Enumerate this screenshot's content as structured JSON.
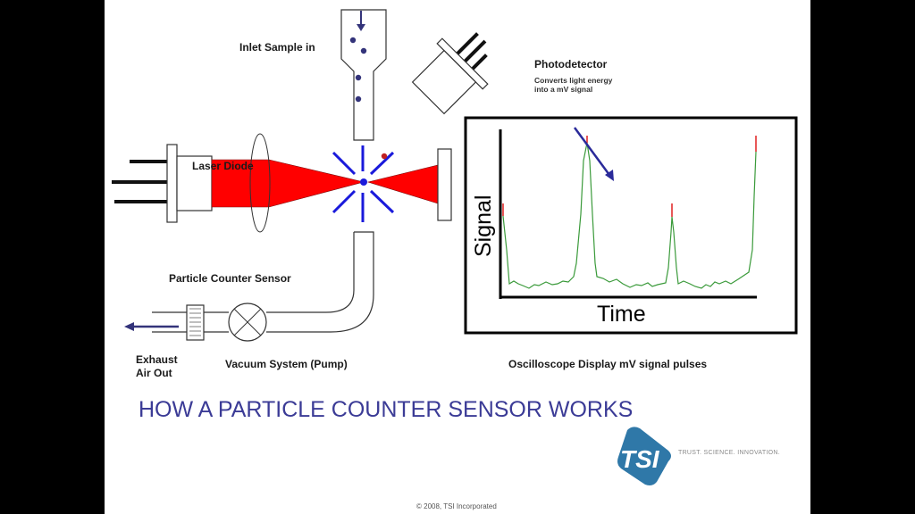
{
  "colors": {
    "laser": "#ff0000",
    "scatter": "#1a1adb",
    "particle": "#33337a",
    "signal": "#3a9a3a",
    "peak": "#e02020",
    "title": "#3b3b96"
  },
  "labels": {
    "inlet": "Inlet Sample in",
    "photodetector": "Photodetector",
    "photodetector_desc_1": "Converts light energy",
    "photodetector_desc_2": "into a mV signal",
    "laser_diode": "Laser Diode",
    "sensor": "Particle Counter Sensor",
    "exhaust_1": "Exhaust",
    "exhaust_2": "Air Out",
    "vacuum": "Vacuum System (Pump)",
    "oscilloscope": "Oscilloscope Display mV signal pulses"
  },
  "oscilloscope": {
    "y_label": "Signal",
    "x_label": "Time"
  },
  "title": "HOW A PARTICLE COUNTER SENSOR WORKS",
  "logo": {
    "mark": "TSI",
    "tagline": "TRUST.  SCIENCE.  INNOVATION."
  },
  "footer": "© 2008, TSI Incorporated"
}
